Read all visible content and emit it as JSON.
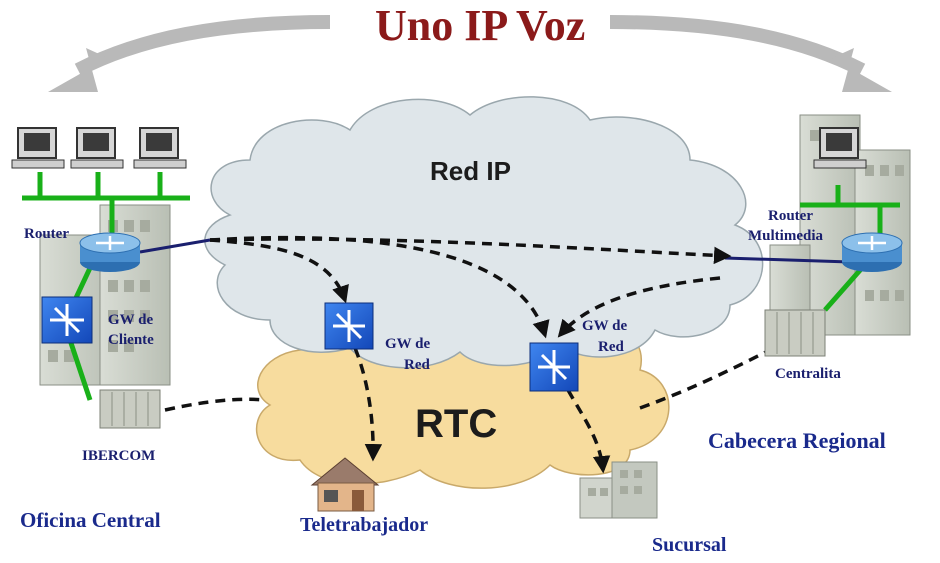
{
  "title": "Uno IP Voz",
  "clouds": {
    "ip": "Red IP",
    "pstn": "RTC"
  },
  "labels": {
    "router_left": "Router",
    "gw_cliente_1": "GW de",
    "gw_cliente_2": "Cliente",
    "gw_red_a_1": "GW de",
    "gw_red_a_2": "Red",
    "gw_red_b_1": "GW de",
    "gw_red_b_2": "Red",
    "router_right_1": "Router",
    "router_right_2": "Multimedia",
    "centralita": "Centralita",
    "ibercom": "IBERCOM",
    "teletrabajador": "Teletrabajador",
    "sucursal": "Sucursal"
  },
  "sites": {
    "left": "Oficina Central",
    "right": "Cabecera Regional"
  },
  "colors": {
    "title": "#8b1a1a",
    "site_labels": "#1a2a8c",
    "node_labels": "#1a1f6e",
    "ip_cloud": "#dfe6ea",
    "pstn_cloud": "#f7dc9e",
    "lan": "#19b019",
    "gateway": "#1c5fd6",
    "router": "#4a8fcf",
    "arrow_bg": "#b8b8b8"
  }
}
